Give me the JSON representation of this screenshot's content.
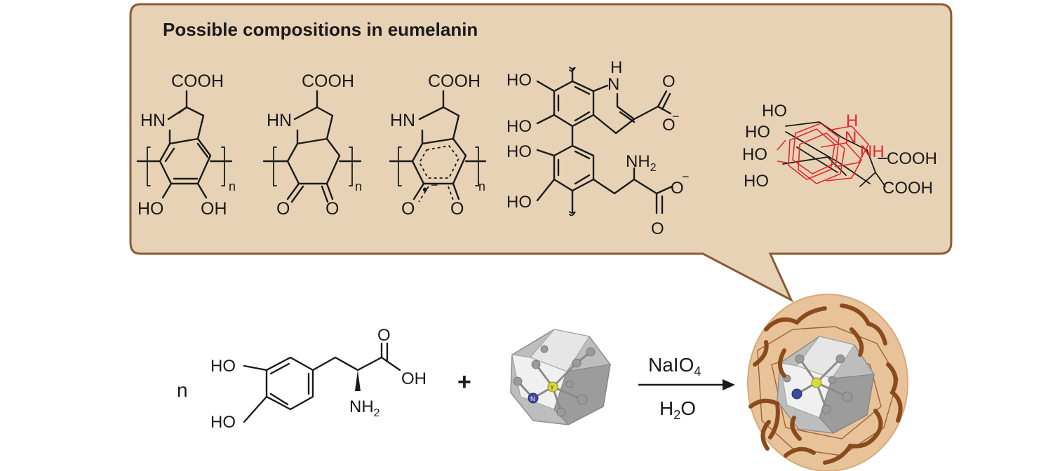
{
  "title": "Possible compositions in eumelanin",
  "colors": {
    "callout_fill": "#e8d2b5",
    "callout_border": "#8a5a34",
    "sphere_fill": "#e8c39a",
    "polymer_strand": "#8a4a1c",
    "red_structure": "#e0282f",
    "cluster_gray": "#c9c9c9",
    "atom_N": "#3e4aa0",
    "atom_Y": "#d9d93a"
  },
  "structures": {
    "s1": {
      "cooh": "COOH",
      "hn": "HN",
      "ho": "HO",
      "oh": "OH",
      "n": "n"
    },
    "s2": {
      "cooh": "COOH",
      "hn": "HN",
      "o1": "O",
      "o2": "O",
      "n": "n"
    },
    "s3": {
      "cooh": "COOH",
      "hn": "HN",
      "o1": "O",
      "o2": "O",
      "radical": "•",
      "charge": "−",
      "n": "n"
    },
    "s4": {
      "h": "H",
      "n_atom": "N",
      "ho1": "HO",
      "ho2": "HO",
      "ho3": "HO",
      "ho4": "HO",
      "o_a": "O",
      "o_a_minus": "O",
      "nh2": "NH",
      "nh2_sub": "2",
      "o_b_minus": "O",
      "o_b": "O",
      "minus": "−"
    },
    "s5": {
      "ho1": "HO",
      "ho2": "HO",
      "ho3": "HO",
      "ho4": "HO",
      "h": "H",
      "nh": "N",
      "nh2": "NH",
      "cooh1": "COOH",
      "cooh2": "COOH"
    }
  },
  "reaction": {
    "n": "n",
    "dopa": {
      "ho1": "HO",
      "ho2": "HO",
      "o": "O",
      "oh": "OH",
      "nh2": "NH",
      "nh2_sub": "2"
    },
    "plus": "+",
    "reagent": "NaIO",
    "reagent_sub": "4",
    "solvent_h": "H",
    "solvent_sub": "2",
    "solvent_o": "O",
    "atom_n": "N",
    "atom_y": "Y"
  }
}
